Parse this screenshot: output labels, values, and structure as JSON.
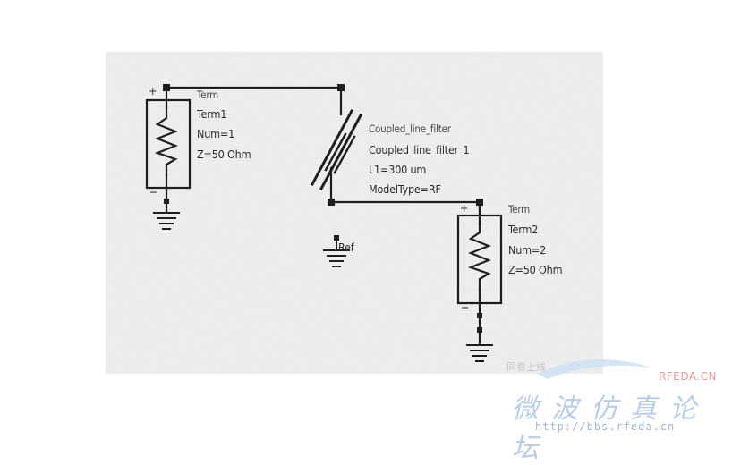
{
  "term1": {
    "type_label": "Term",
    "name": "Term1",
    "num": "Num=1",
    "impedance": "Z=50 Ohm",
    "plus": "+",
    "minus": "−"
  },
  "filter": {
    "type_label": "Coupled_line_filter",
    "name": "Coupled_line_filter_1",
    "length": "L1=300 um",
    "model": "ModelType=RF"
  },
  "term2": {
    "type_label": "Term",
    "name": "Term2",
    "num": "Num=2",
    "impedance": "Z=50 Ohm",
    "plus": "+",
    "minus": "−"
  },
  "ref": {
    "label": "Ref"
  },
  "watermark": {
    "brand": "RFEDA.CN",
    "chinese": "微波仿真论坛",
    "url": "http://bbs.rfeda.cn",
    "faint": "同春上线"
  },
  "colors": {
    "wire": "#1e1e1e",
    "scan_bg": "#eeeeee",
    "node": "#1e1e1e"
  }
}
